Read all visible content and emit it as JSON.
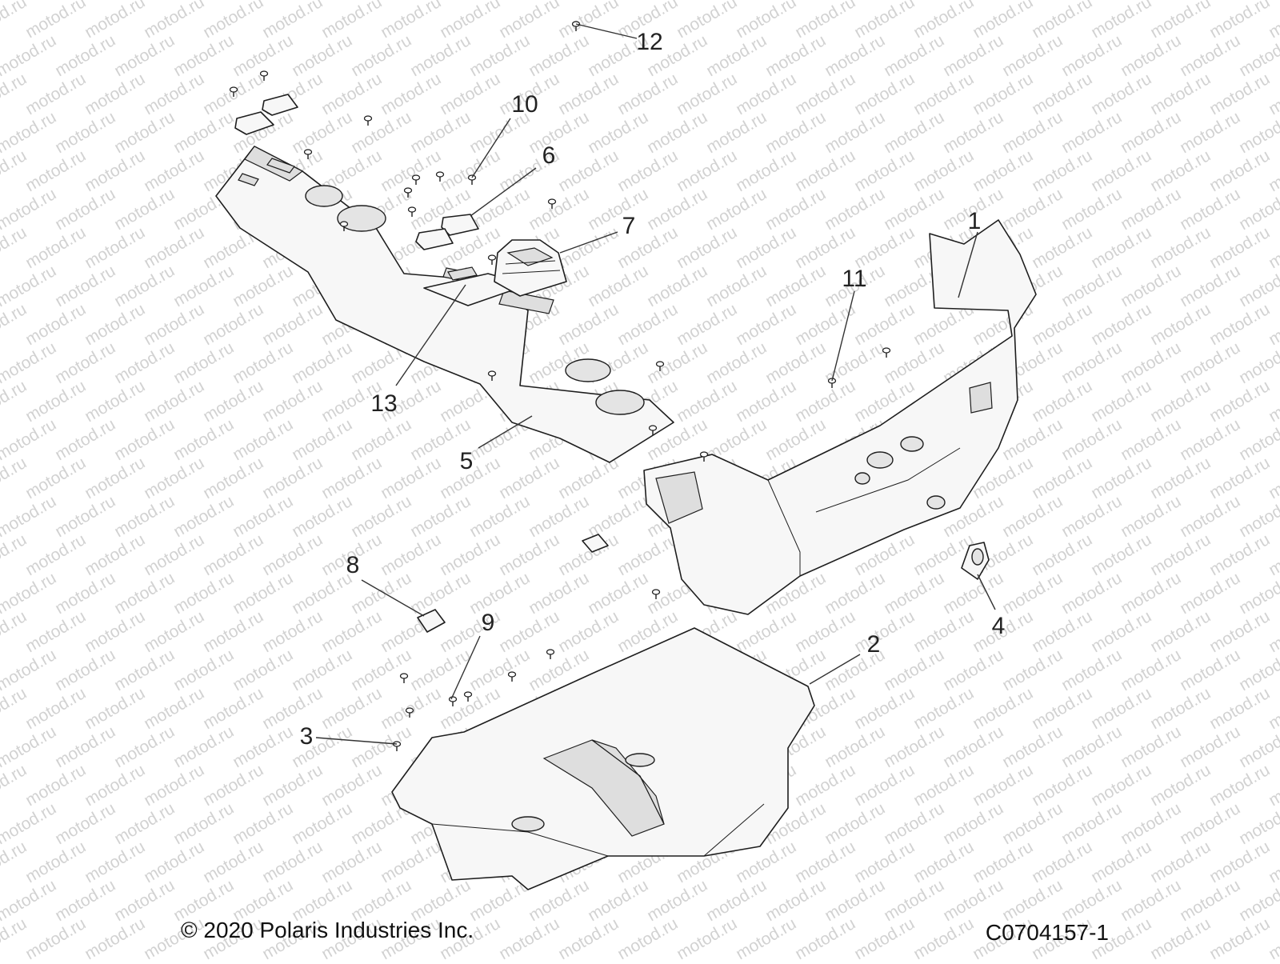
{
  "callouts": [
    {
      "id": "1",
      "label": "1"
    },
    {
      "id": "2",
      "label": "2"
    },
    {
      "id": "3",
      "label": "3"
    },
    {
      "id": "4",
      "label": "4"
    },
    {
      "id": "5",
      "label": "5"
    },
    {
      "id": "6",
      "label": "6"
    },
    {
      "id": "7",
      "label": "7"
    },
    {
      "id": "8",
      "label": "8"
    },
    {
      "id": "9",
      "label": "9"
    },
    {
      "id": "10",
      "label": "10"
    },
    {
      "id": "11",
      "label": "11"
    },
    {
      "id": "12",
      "label": "12"
    },
    {
      "id": "13",
      "label": "13"
    }
  ],
  "footer": {
    "copyright": "© 2020 Polaris Industries Inc.",
    "diagram_code": "C0704157-1"
  },
  "watermark": "motod.ru"
}
